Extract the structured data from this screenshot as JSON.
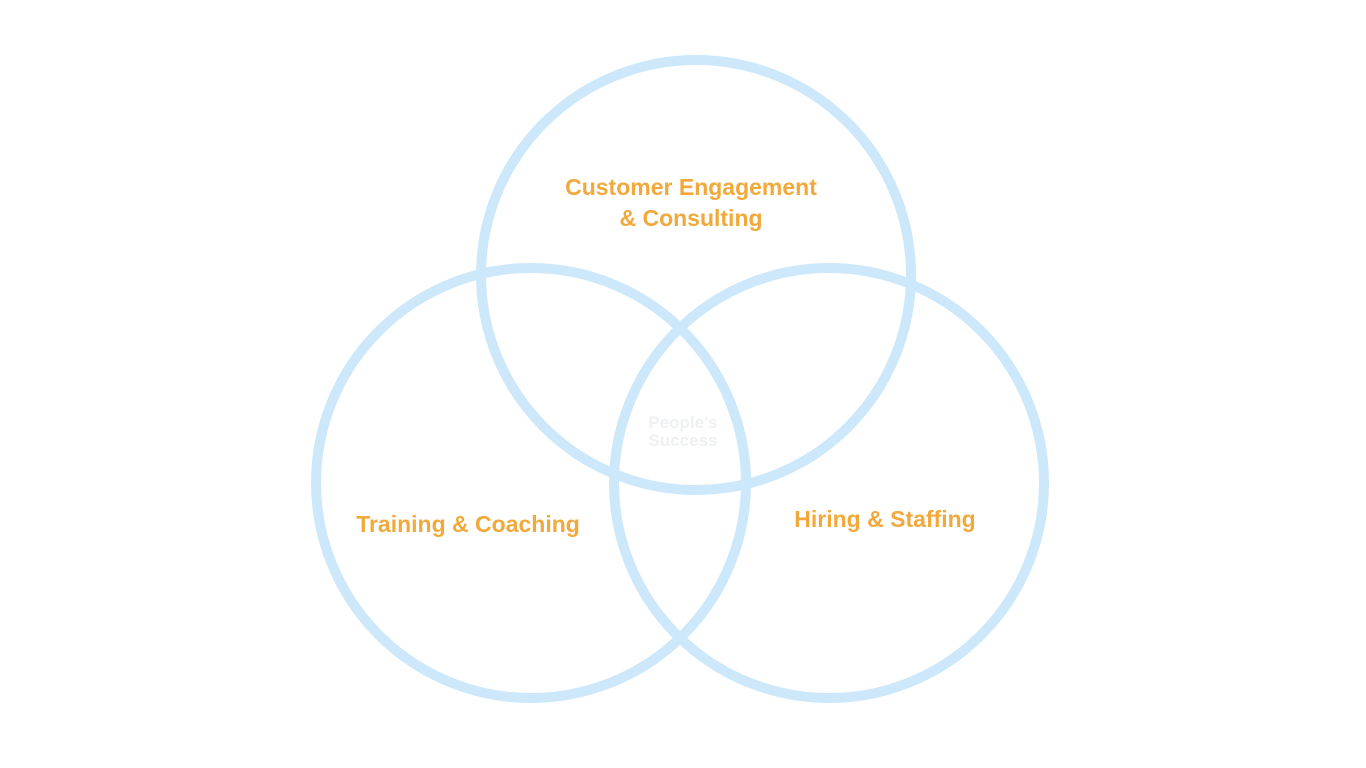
{
  "diagram": {
    "type": "venn",
    "colors": {
      "circle_stroke": "#cce8fa",
      "label": "#f2a93b",
      "center_label": "#eef0f2"
    },
    "sets": [
      {
        "id": "top",
        "label_lines": [
          "Customer Engagement",
          "& Consulting"
        ]
      },
      {
        "id": "left",
        "label_lines": [
          "Training & Coaching"
        ]
      },
      {
        "id": "right",
        "label_lines": [
          "Hiring & Staffing"
        ]
      }
    ],
    "center": {
      "label_lines": [
        "People's",
        "Success"
      ]
    }
  }
}
